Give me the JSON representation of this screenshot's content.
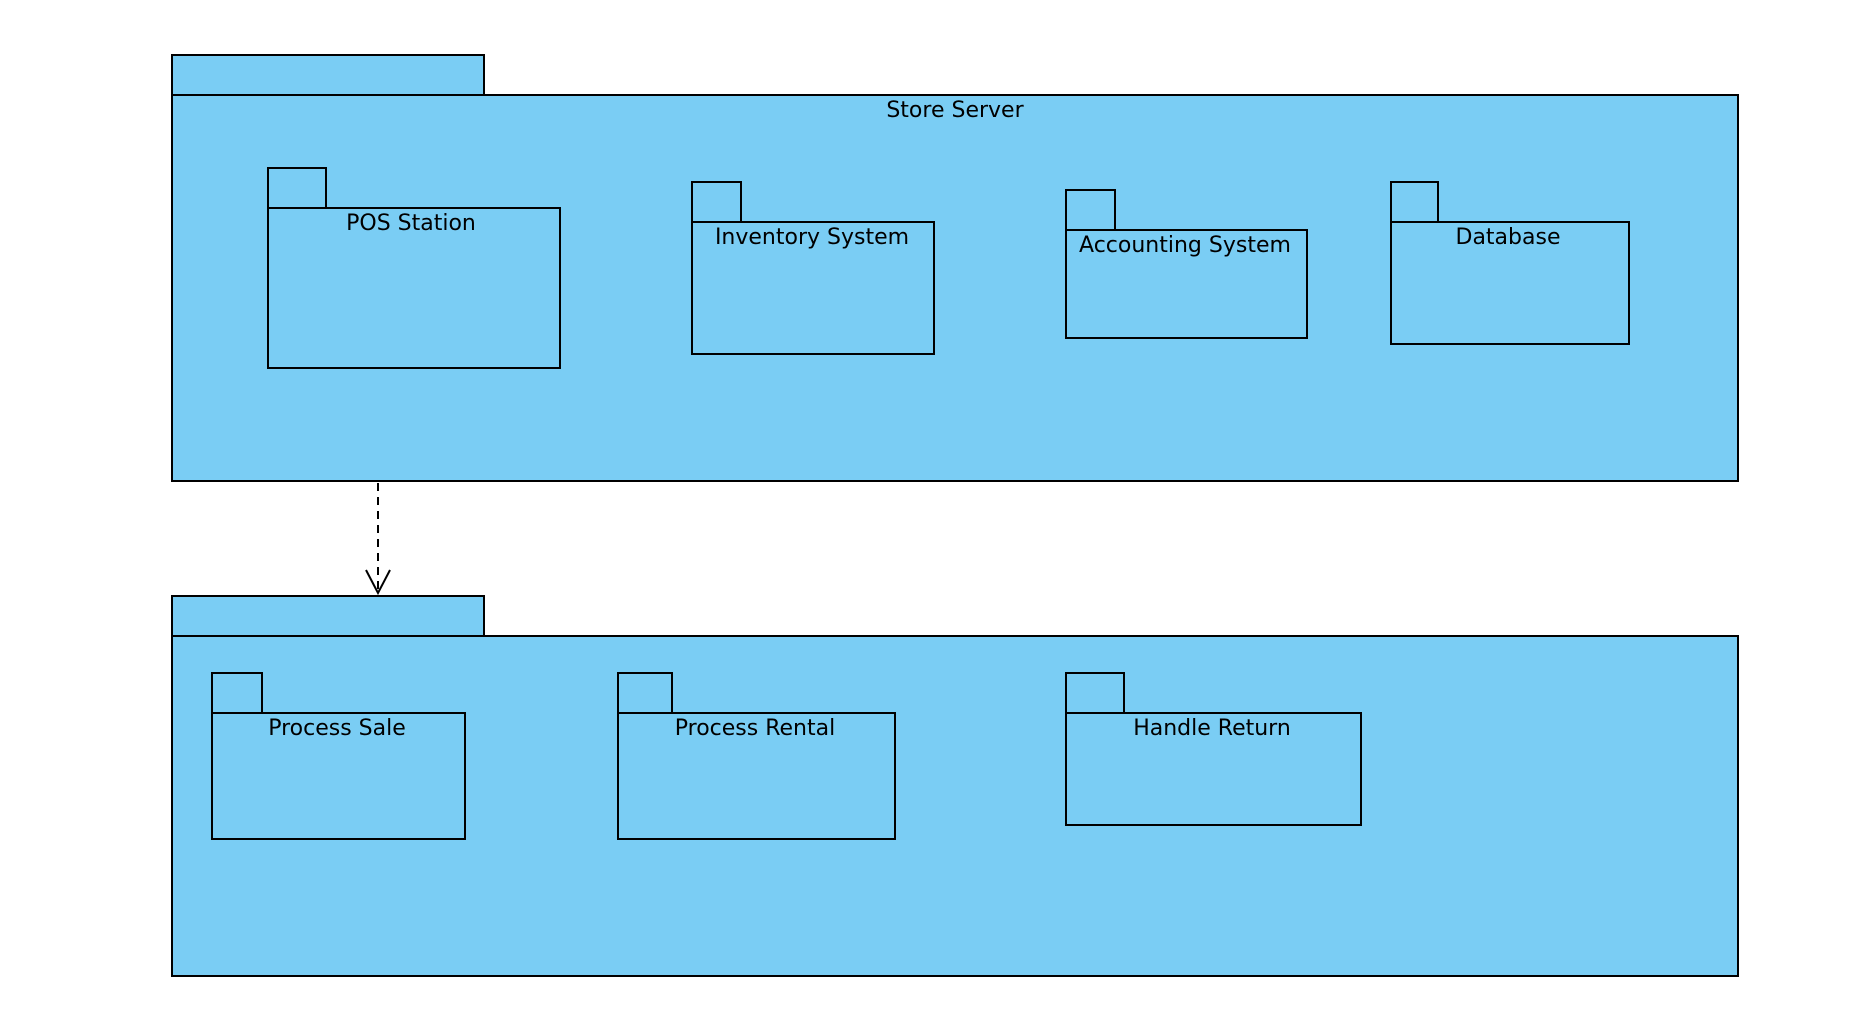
{
  "colors": {
    "package_fill": "#7ACDF4",
    "stroke": "#000000",
    "background": "#FFFFFF"
  },
  "packages": {
    "store_server": {
      "label": "Store Server",
      "children": [
        "POS Station",
        "Inventory System",
        "Accounting System",
        "Database"
      ]
    },
    "use_cases": {
      "label": "",
      "children": [
        "Process Sale",
        "Process Rental",
        "Handle Return"
      ]
    }
  },
  "dependency": {
    "from": "Store Server",
    "to": "lower package",
    "style": "dashed-open-arrow"
  }
}
